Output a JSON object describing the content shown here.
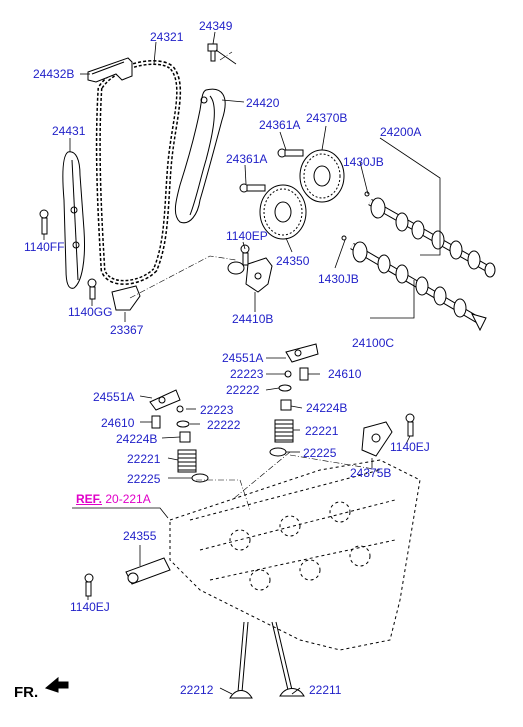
{
  "labels": {
    "p24321": "24321",
    "p24349": "24349",
    "p24432B": "24432B",
    "p24420": "24420",
    "p24431": "24431",
    "p24361A_1": "24361A",
    "p24370B": "24370B",
    "p24200A": "24200A",
    "p24361A_2": "24361A",
    "p1430JB_1": "1430JB",
    "p1140FF": "1140FF",
    "p1140EP": "1140EP",
    "p24350": "24350",
    "p1430JB_2": "1430JB",
    "p1140GG": "1140GG",
    "p23367": "23367",
    "p24410B": "24410B",
    "p24100C": "24100C",
    "p24551A_1": "24551A",
    "p22223_1": "22223",
    "p24610_1": "24610",
    "p22222_1": "22222",
    "p24551A_2": "24551A",
    "p22223_2": "22223",
    "p24224B_1": "24224B",
    "p24610_2": "24610",
    "p22222_2": "22222",
    "p22221_1": "22221",
    "p1140EJ_1": "1140EJ",
    "p24224B_2": "24224B",
    "p22225_1": "22225",
    "p22221_2": "22221",
    "p24375B": "24375B",
    "p22225_2": "22225",
    "p24355": "24355",
    "p1140EJ_2": "1140EJ",
    "p22212": "22212",
    "p22211": "22211"
  },
  "ref": {
    "prefix": "REF.",
    "code": "20-221A"
  },
  "footer": {
    "fr": "FR."
  },
  "colors": {
    "label": "#1f1fc8",
    "ref": "#e000c8",
    "line": "#000000"
  }
}
